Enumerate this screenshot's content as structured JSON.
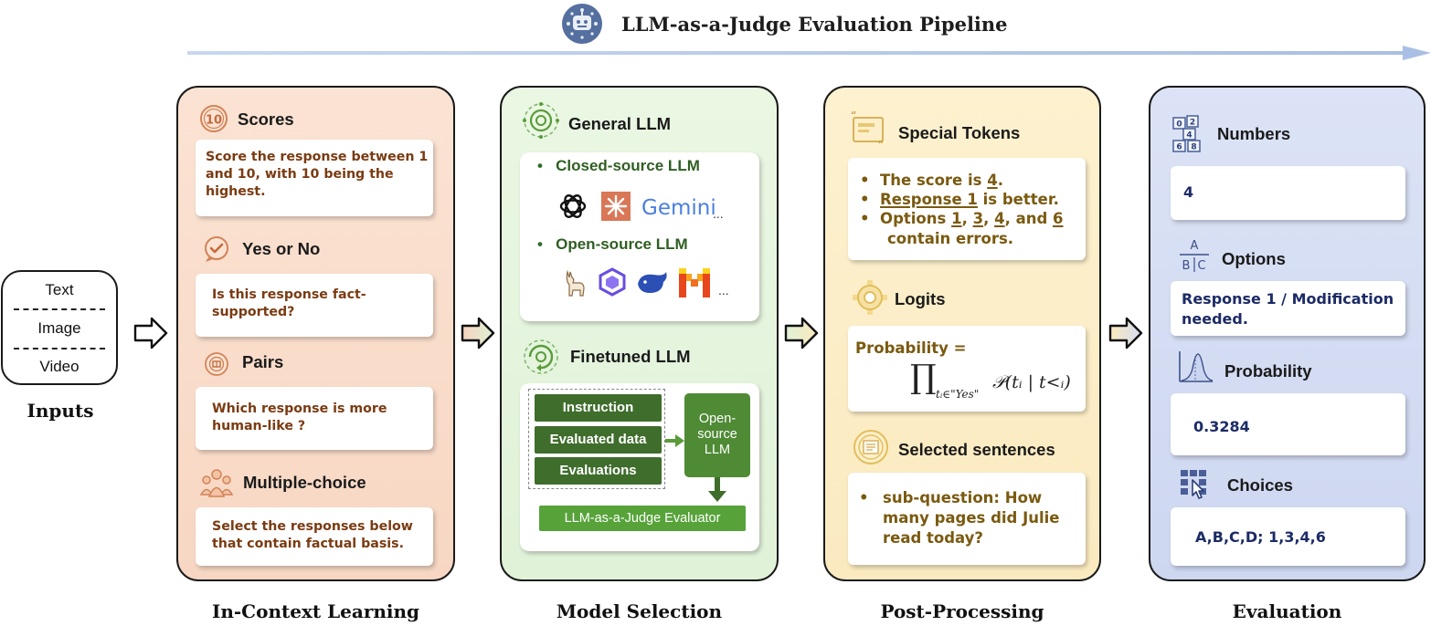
{
  "header": {
    "title": "LLM-as-a-Judge Evaluation Pipeline"
  },
  "inputs": {
    "items": [
      "Text",
      "Image",
      "Video"
    ],
    "label": "Inputs"
  },
  "icl": {
    "label": "In-Context Learning",
    "sections": [
      {
        "title": "Scores",
        "icon_text": "10",
        "text": "Score the response between 1 and 10, with 10 being the highest."
      },
      {
        "title": "Yes or No",
        "text": "Is this response fact-supported?"
      },
      {
        "title": "Pairs",
        "text": "Which response is more human-like ?"
      },
      {
        "title": "Multiple-choice",
        "text": "Select the responses below that contain factual basis."
      }
    ]
  },
  "model": {
    "label": "Model Selection",
    "general_title": "General LLM",
    "closed_label": "Closed-source  LLM",
    "gemini_text": "Gemini",
    "ellipsis": "...",
    "open_label": "Open-source LLM",
    "finetuned_title": "Finetuned LLM",
    "buttons": [
      "Instruction",
      "Evaluated data",
      "Evaluations"
    ],
    "open_source_box": "Open-source LLM",
    "evaluator": "LLM-as-a-Judge Evaluator"
  },
  "post": {
    "label": "Post-Processing",
    "special_title": "Special Tokens",
    "tokens": {
      "l1_pre": "The score is ",
      "l1_u": "4",
      "l1_post": ".",
      "l2_u": "Response 1",
      "l2_post": " is better.",
      "l3_pre": "Options ",
      "l3_u1": "1",
      "l3_sep1": ", ",
      "l3_u2": "3",
      "l3_sep2": ", ",
      "l3_u3": "4",
      "l3_sep3": ", and ",
      "l3_u4": "6",
      "l3_post": "contain errors."
    },
    "logits_title": "Logits",
    "prob_label": "Probability =",
    "formula": "∏",
    "formula_sub": "tᵢ∈\"Yes\"",
    "formula_expr": "𝒫(tᵢ | t<ᵢ)",
    "selected_title": "Selected sentences",
    "selected_text": "sub-question: How many pages did Julie read today?"
  },
  "eval": {
    "label": "Evaluation",
    "sections": [
      {
        "title": "Numbers",
        "value": "4"
      },
      {
        "title": "Options",
        "value": "Response 1 / Modification needed."
      },
      {
        "title": "Probability",
        "value": "0.3284"
      },
      {
        "title": "Choices",
        "value": "A,B,C,D; 1,3,4,6"
      }
    ],
    "icon_digits": [
      "0",
      "2",
      "4",
      "6",
      "8"
    ],
    "icon_letters": [
      "A",
      "B",
      "C"
    ]
  },
  "colors": {
    "icl_bg": "#f7d7c3",
    "model_bg": "#e0f2d8",
    "post_bg": "#fbeac0",
    "eval_bg": "#cdd7f0",
    "green_dark": "#3f6d2c",
    "green_mid": "#5a9b3a",
    "arrow_blue": "#b8cbe8"
  }
}
